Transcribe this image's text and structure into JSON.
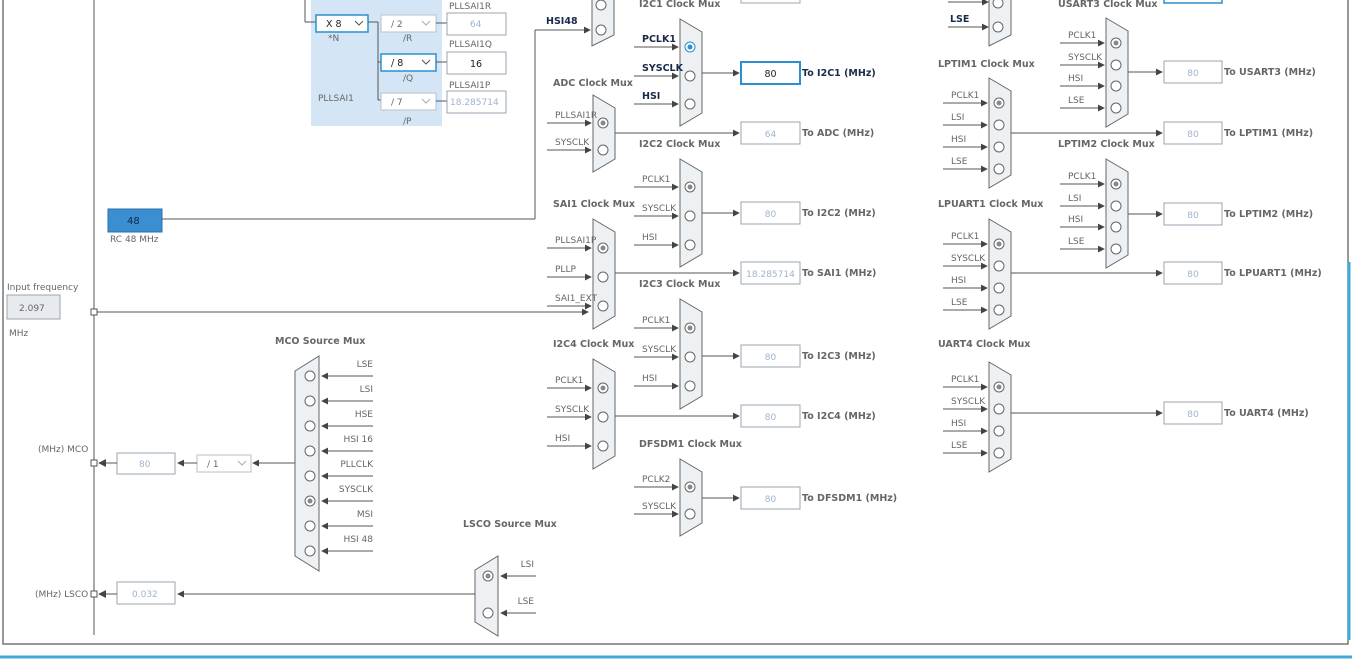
{
  "clock_tree": {
    "pllsai1": {
      "label": "PLLSAI1",
      "n_value": "X 8",
      "n_label": "*N",
      "r_value": "/ 2",
      "r_label": "/R",
      "q_value": "/ 8",
      "q_label": "/Q",
      "p_value": "/ 7",
      "p_label": "/P",
      "out_r_label": "PLLSAI1R",
      "out_r_value": "64",
      "out_q_label": "PLLSAI1Q",
      "out_q_value": "16",
      "out_p_label": "PLLSAI1P",
      "out_p_value": "18.285714"
    },
    "hsi48_label": "HSI48",
    "rc48": {
      "value": "48",
      "label": "RC 48 MHz"
    },
    "input_frequency": {
      "label": "Input frequency",
      "value": "2.097",
      "unit": "MHz"
    },
    "mco": {
      "title": "MCO Source Mux",
      "inputs": [
        "LSE",
        "LSI",
        "HSE",
        "HSI 16",
        "PLLCLK",
        "SYSCLK",
        "MSI",
        "HSI 48"
      ],
      "selected_index": 5,
      "divider": "/ 1",
      "output_value": "80",
      "output_label": "(MHz) MCO"
    },
    "lsco": {
      "title": "LSCO Source Mux",
      "inputs": [
        "LSI",
        "LSE"
      ],
      "selected_index": 0,
      "output_value": "0.032",
      "output_label": "(MHz) LSCO"
    },
    "muxes": [
      {
        "id": "i2c1-top",
        "title": "",
        "inputs": [],
        "selected_index": -1,
        "output_value": "",
        "output_label": ""
      },
      {
        "id": "i2c1",
        "title": "I2C1 Clock Mux",
        "inputs": [
          "PCLK1",
          "SYSCLK",
          "HSI"
        ],
        "selected_index": 0,
        "output_value": "80",
        "output_label": "To I2C1 (MHz)",
        "active": true
      },
      {
        "id": "adc",
        "title": "ADC Clock Mux",
        "inputs": [
          "PLLSAI1R",
          "SYSCLK"
        ],
        "selected_index": 0,
        "output_value": "64",
        "output_label": "To ADC (MHz)"
      },
      {
        "id": "i2c2",
        "title": "I2C2 Clock Mux",
        "inputs": [
          "PCLK1",
          "SYSCLK",
          "HSI"
        ],
        "selected_index": 0,
        "output_value": "80",
        "output_label": "To I2C2 (MHz)"
      },
      {
        "id": "sai1",
        "title": "SAI1 Clock Mux",
        "inputs": [
          "PLLSAI1P",
          "PLLP",
          "SAI1_EXT"
        ],
        "selected_index": 0,
        "output_value": "18.285714",
        "output_label": "To SAI1 (MHz)"
      },
      {
        "id": "i2c3",
        "title": "I2C3 Clock Mux",
        "inputs": [
          "PCLK1",
          "SYSCLK",
          "HSI"
        ],
        "selected_index": 0,
        "output_value": "80",
        "output_label": "To I2C3 (MHz)"
      },
      {
        "id": "i2c4",
        "title": "I2C4 Clock Mux",
        "inputs": [
          "PCLK1",
          "SYSCLK",
          "HSI"
        ],
        "selected_index": 0,
        "output_value": "80",
        "output_label": "To I2C4 (MHz)"
      },
      {
        "id": "dfsdm1",
        "title": "DFSDM1 Clock Mux",
        "inputs": [
          "PCLK2",
          "SYSCLK"
        ],
        "selected_index": 0,
        "output_value": "80",
        "output_label": "To DFSDM1 (MHz)"
      },
      {
        "id": "usart3",
        "title": "USART3 Clock Mux",
        "inputs": [
          "PCLK1",
          "SYSCLK",
          "HSI",
          "LSE"
        ],
        "selected_index": 0,
        "output_value": "80",
        "output_label": "To USART3 (MHz)"
      },
      {
        "id": "lptim1",
        "title": "LPTIM1 Clock Mux",
        "inputs": [
          "PCLK1",
          "LSI",
          "HSI",
          "LSE"
        ],
        "selected_index": 0,
        "output_value": "80",
        "output_label": "To LPTIM1 (MHz)"
      },
      {
        "id": "lptim2",
        "title": "LPTIM2 Clock Mux",
        "inputs": [
          "PCLK1",
          "LSI",
          "HSI",
          "LSE"
        ],
        "selected_index": 0,
        "output_value": "80",
        "output_label": "To LPTIM2 (MHz)"
      },
      {
        "id": "lpuart1",
        "title": "LPUART1 Clock Mux",
        "inputs": [
          "PCLK1",
          "SYSCLK",
          "HSI",
          "LSE"
        ],
        "selected_index": 0,
        "output_value": "80",
        "output_label": "To LPUART1 (MHz)"
      },
      {
        "id": "uart4",
        "title": "UART4 Clock Mux",
        "inputs": [
          "PCLK1",
          "SYSCLK",
          "HSI",
          "LSE"
        ],
        "selected_index": 0,
        "output_value": "80",
        "output_label": "To UART4 (MHz)"
      }
    ],
    "top_partial_mux": {
      "input": "LSE"
    }
  }
}
